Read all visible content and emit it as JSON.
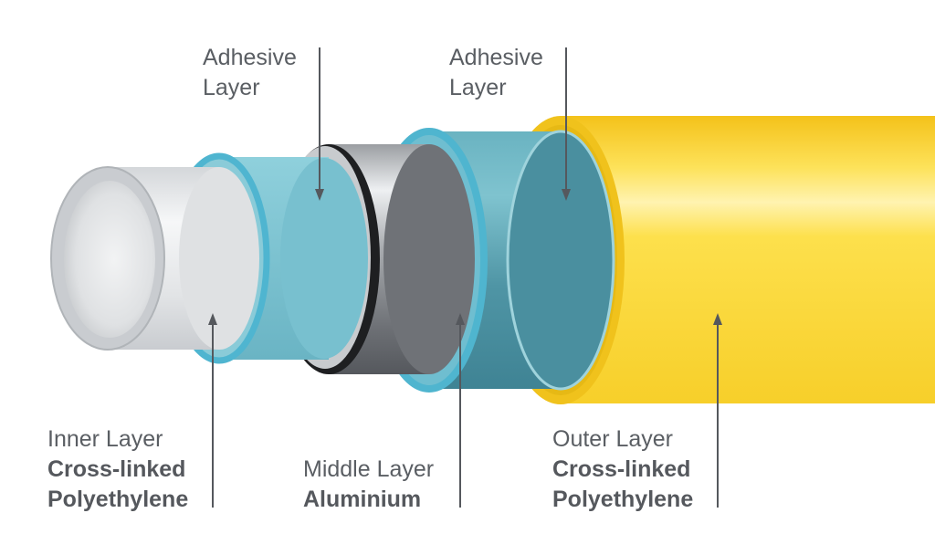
{
  "labels": {
    "adhesive_1": {
      "line1": "Adhesive",
      "line2": "Layer"
    },
    "adhesive_2": {
      "line1": "Adhesive",
      "line2": "Layer"
    },
    "inner": {
      "line1": "Inner Layer",
      "line2": "Cross-linked",
      "line3": "Polyethylene"
    },
    "middle": {
      "line1": "Middle Layer",
      "line2": "Aluminium"
    },
    "outer": {
      "line1": "Outer Layer",
      "line2": "Cross-linked",
      "line3": "Polyethylene"
    }
  },
  "colors": {
    "outer_layer": "#f9d227",
    "adhesive_layer": "#6fc4d8",
    "middle_layer": "#8e9196",
    "inner_layer": "#e4e6e8",
    "pointer_line": "#55585d",
    "label_text": "#5a5e63"
  }
}
